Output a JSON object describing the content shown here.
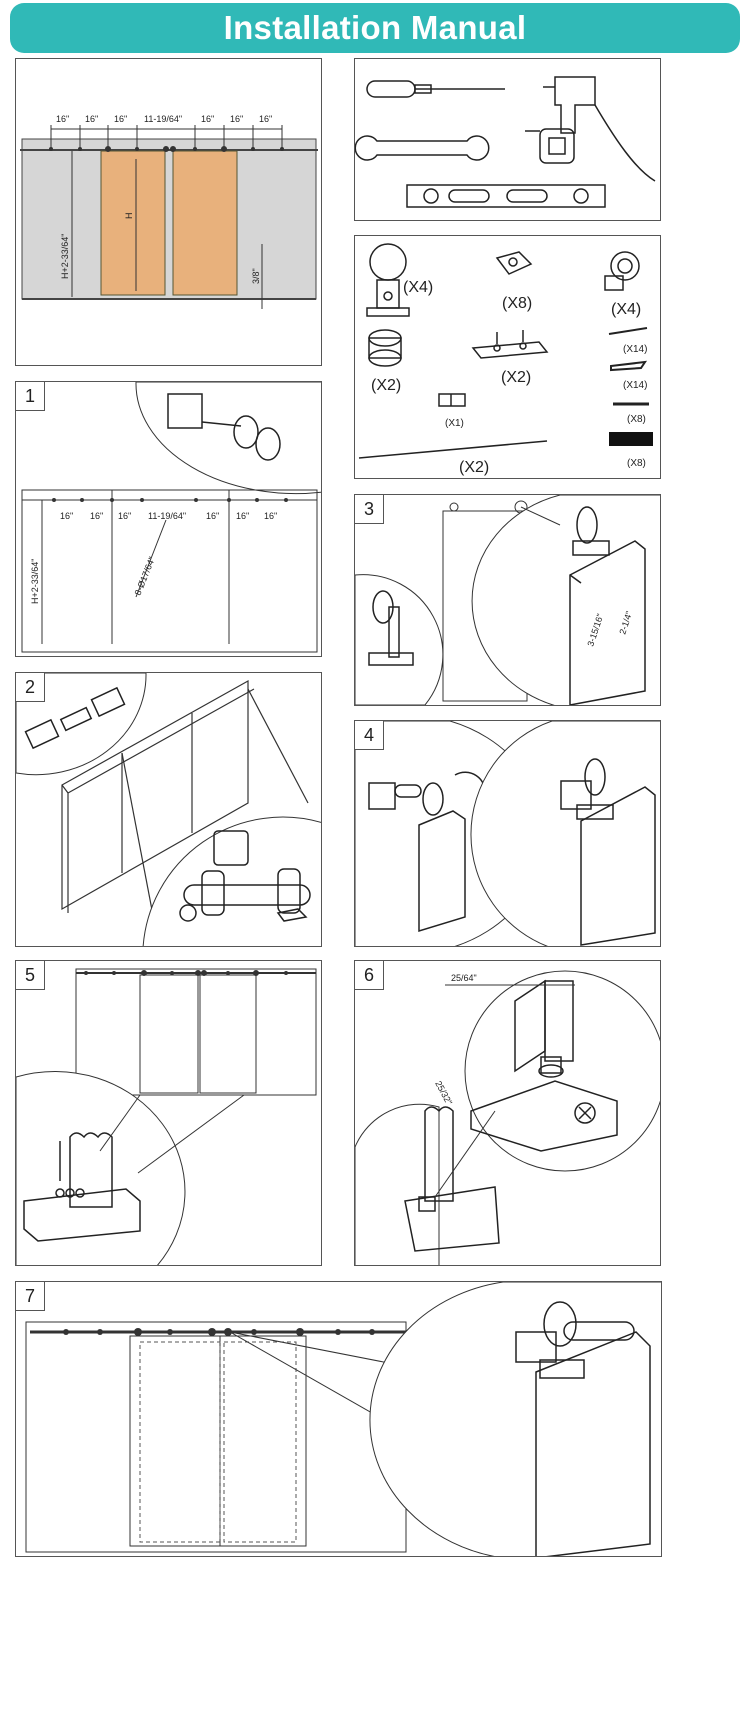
{
  "header": {
    "title": "Installation Manual"
  },
  "overview": {
    "spacings": [
      "16\"",
      "16\"",
      "16\"",
      "11-19/64\"",
      "16\"",
      "16\"",
      "16\""
    ],
    "height_total": "H+2-33/64\"",
    "door_height": "H",
    "floor_gap": "3/8\""
  },
  "parts": {
    "stopper_qty": "(X4)",
    "spacer_qty": "(X8)",
    "anti_jump_qty": "(X4)",
    "floor_guide_qty": "(X2)",
    "hanger_plate_qty": "(X2)",
    "screw_long_qty": "(X14)",
    "anchor_qty": "(X14)",
    "screw_flat_qty": "(X8)",
    "connector_qty": "(X1)",
    "rail_qty": "(X2)",
    "tape_qty": "(X8)"
  },
  "steps": {
    "s1": {
      "number": "1",
      "spacings": [
        "16\"",
        "16\"",
        "16\"",
        "11-19/64\"",
        "16\"",
        "16\"",
        "16\""
      ],
      "height": "H+2-33/64\"",
      "holes": "8-Ø17/64\""
    },
    "s2": {
      "number": "2"
    },
    "s3": {
      "number": "3",
      "dim_a": "3-15/16\"",
      "dim_b": "2-1/4\""
    },
    "s4": {
      "number": "4"
    },
    "s5": {
      "number": "5"
    },
    "s6": {
      "number": "6",
      "dim_a": "25/64\"",
      "dim_b": "25/32\""
    },
    "s7": {
      "number": "7"
    }
  }
}
